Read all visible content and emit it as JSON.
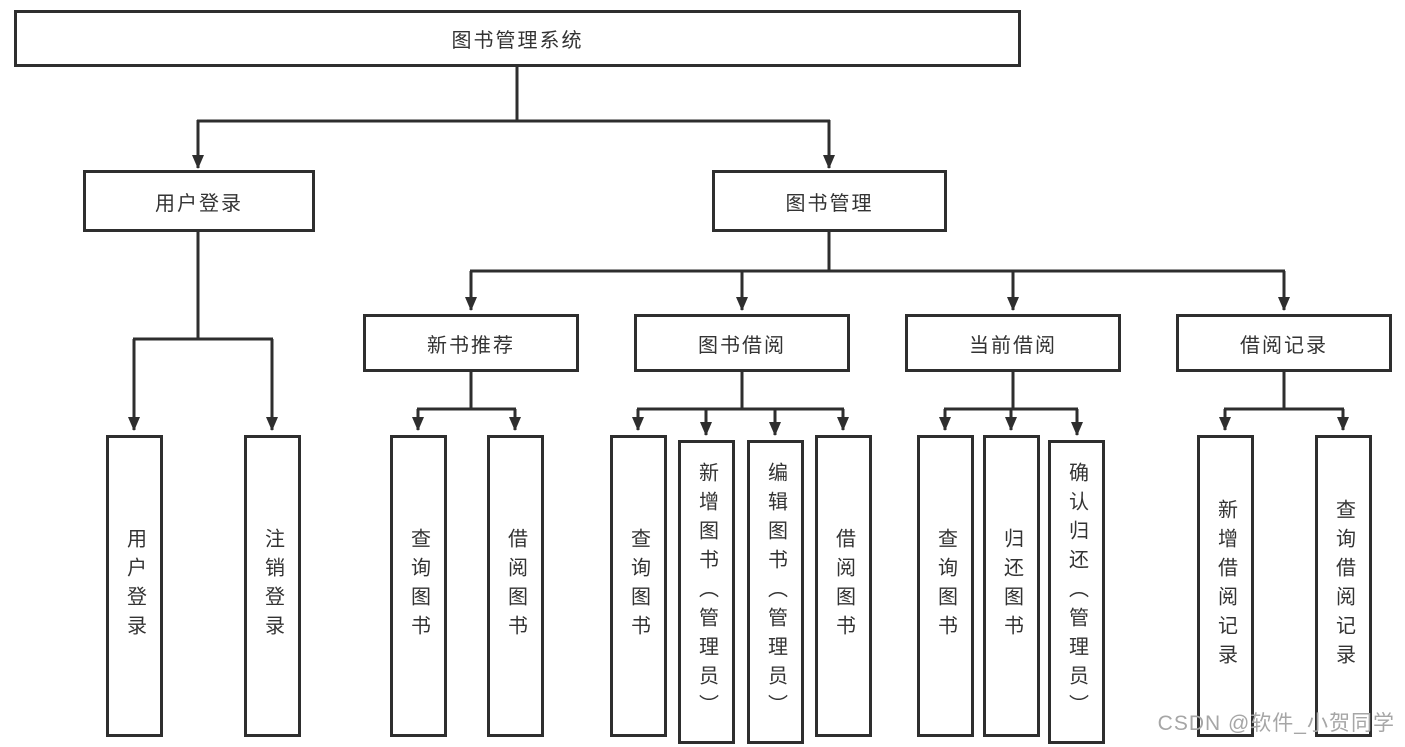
{
  "diagram": {
    "watermark": "CSDN @软件_小贺同学",
    "colors": {
      "line": "#2e2e2e",
      "box_border": "#2e2e2e",
      "text": "#333333",
      "background": "#ffffff",
      "watermark": "#a6a6a6"
    },
    "type": "hierarchy-tree"
  },
  "tree": {
    "label": "图书管理系统",
    "children": [
      {
        "label": "用户登录",
        "children": [
          {
            "label": "用户登录"
          },
          {
            "label": "注销登录"
          }
        ]
      },
      {
        "label": "图书管理",
        "children": [
          {
            "label": "新书推荐",
            "children": [
              {
                "label": "查询图书"
              },
              {
                "label": "借阅图书"
              }
            ]
          },
          {
            "label": "图书借阅",
            "children": [
              {
                "label": "查询图书"
              },
              {
                "label": "新增图书（管理员）"
              },
              {
                "label": "编辑图书（管理员）"
              },
              {
                "label": "借阅图书"
              }
            ]
          },
          {
            "label": "当前借阅",
            "children": [
              {
                "label": "查询图书"
              },
              {
                "label": "归还图书"
              },
              {
                "label": "确认归还（管理员）"
              }
            ]
          },
          {
            "label": "借阅记录",
            "children": [
              {
                "label": "新增借阅记录"
              },
              {
                "label": "查询借阅记录"
              }
            ]
          }
        ]
      }
    ]
  }
}
